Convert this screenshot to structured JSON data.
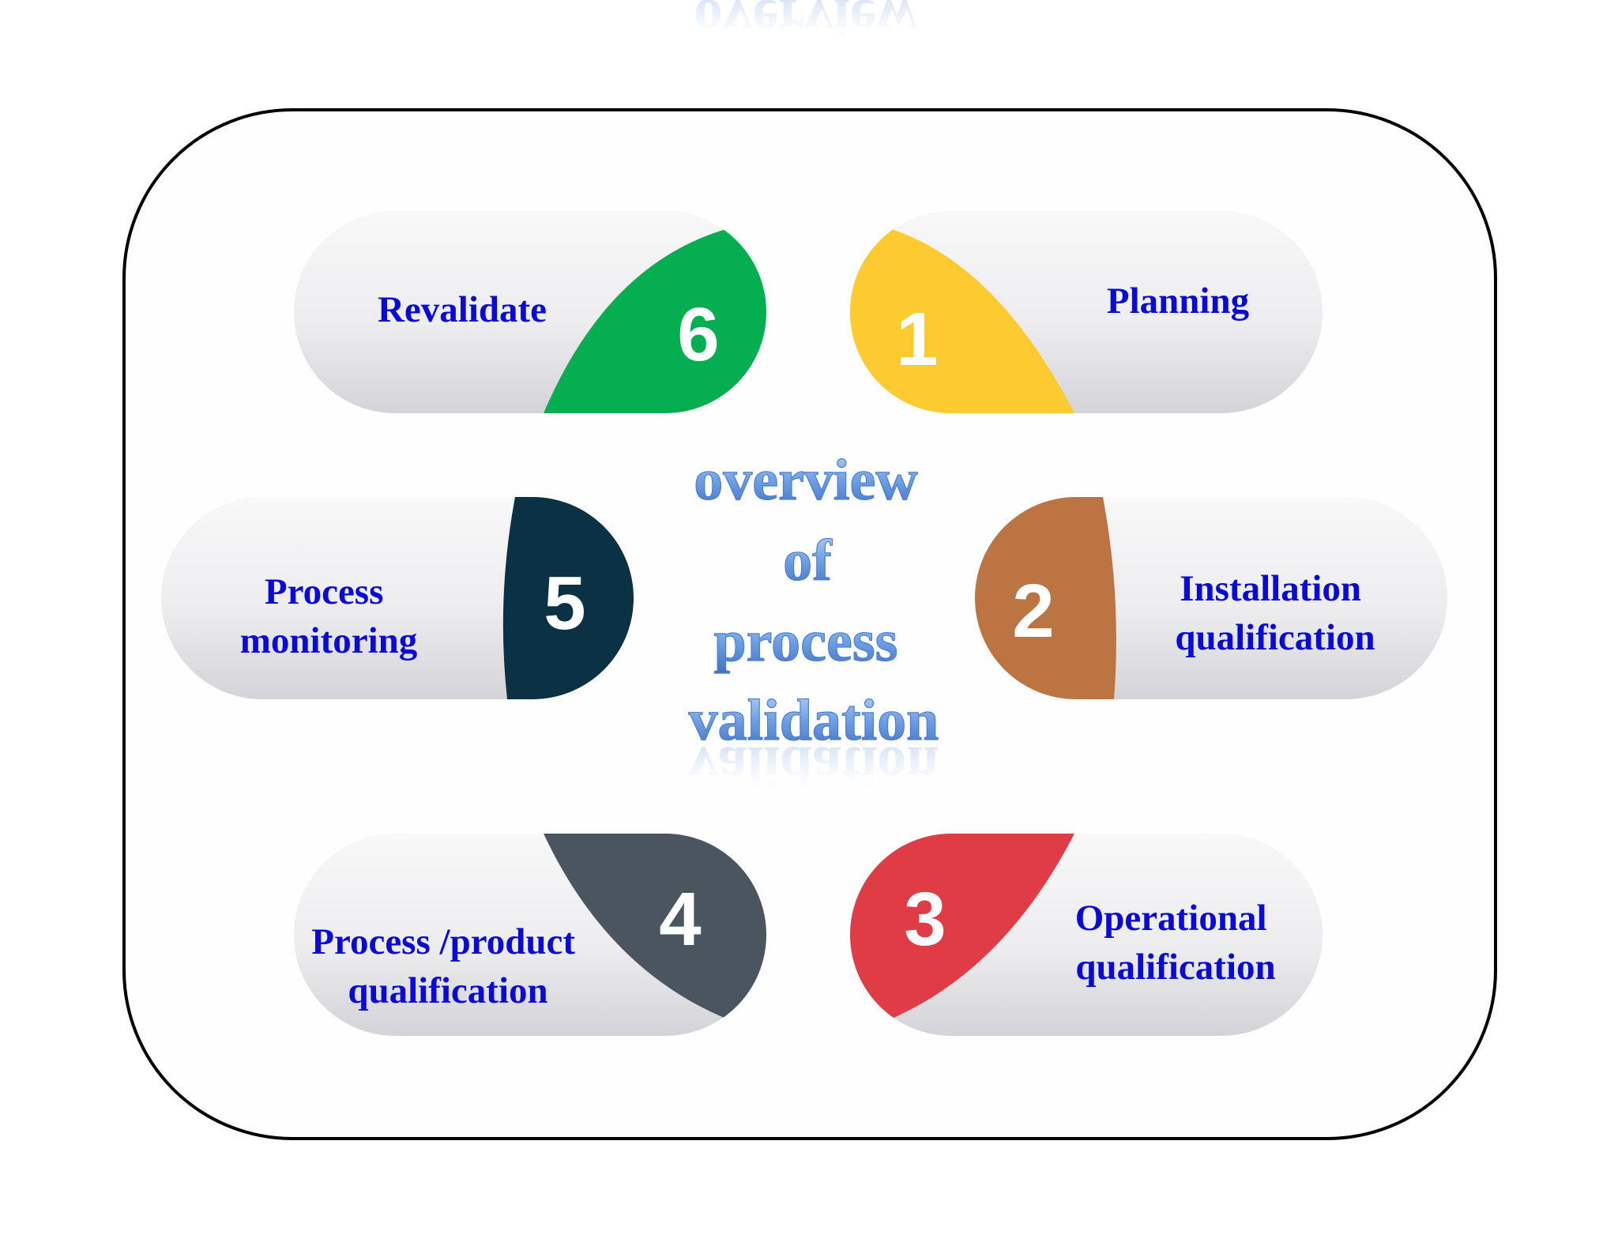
{
  "center_title": [
    "overview",
    "of",
    "process",
    "validation"
  ],
  "steps": [
    {
      "number": "1",
      "label": [
        "Planning"
      ],
      "color": "#fdca2f"
    },
    {
      "number": "2",
      "label": [
        "Installation",
        "qualification"
      ],
      "color": "#bd7443"
    },
    {
      "number": "3",
      "label": [
        "Operational",
        "qualification"
      ],
      "color": "#df3c45"
    },
    {
      "number": "4",
      "label": [
        "Process /product",
        "qualification"
      ],
      "color": "#4a5560"
    },
    {
      "number": "5",
      "label": [
        "Process",
        "monitoring"
      ],
      "color": "#0a3144"
    },
    {
      "number": "6",
      "label": [
        "Revalidate"
      ],
      "color": "#05ae50"
    }
  ],
  "label_color": "#0a0ad8"
}
